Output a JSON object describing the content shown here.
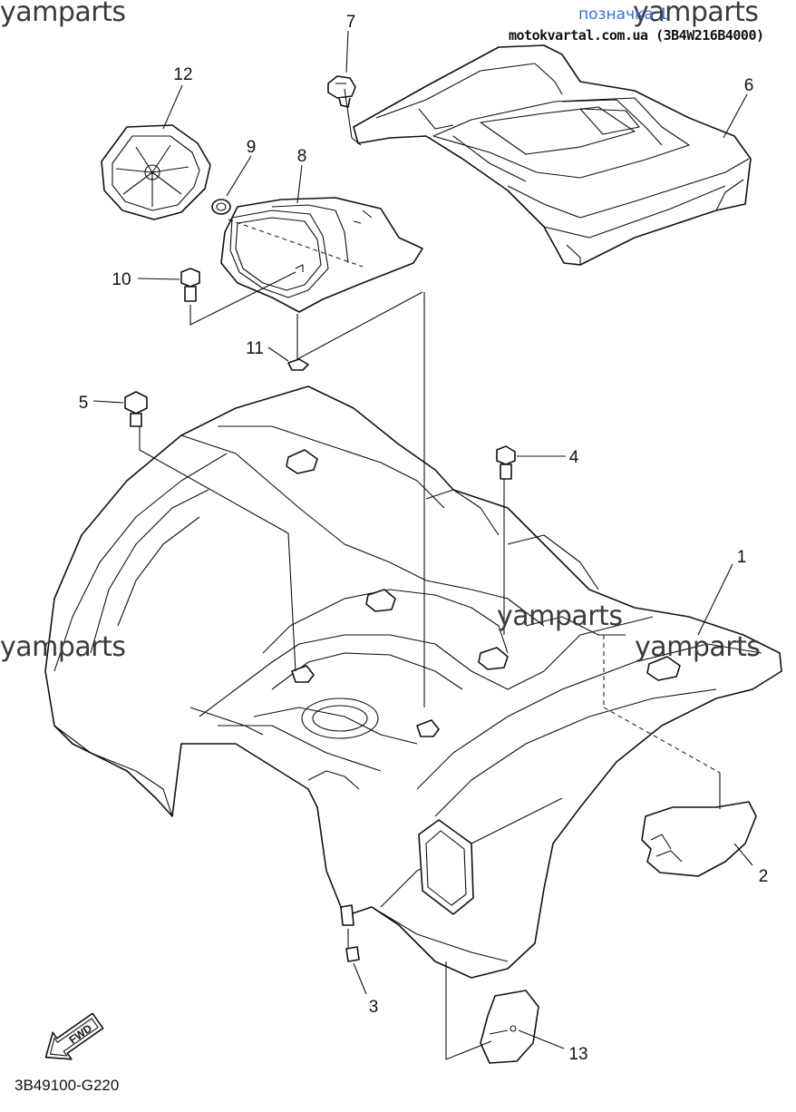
{
  "watermarks": [
    "yamparts",
    "yamparts",
    "yamparts",
    "yamparts",
    "yamparts"
  ],
  "header": {
    "link_label": "позначка 1",
    "site_caption": "motokvartal.com.ua (3B4W216B4000)"
  },
  "callouts": [
    "1",
    "2",
    "3",
    "4",
    "5",
    "6",
    "7",
    "8",
    "9",
    "10",
    "11",
    "12",
    "13"
  ],
  "fwd_badge": "FWD",
  "drawing_code": "3B49100-G220"
}
